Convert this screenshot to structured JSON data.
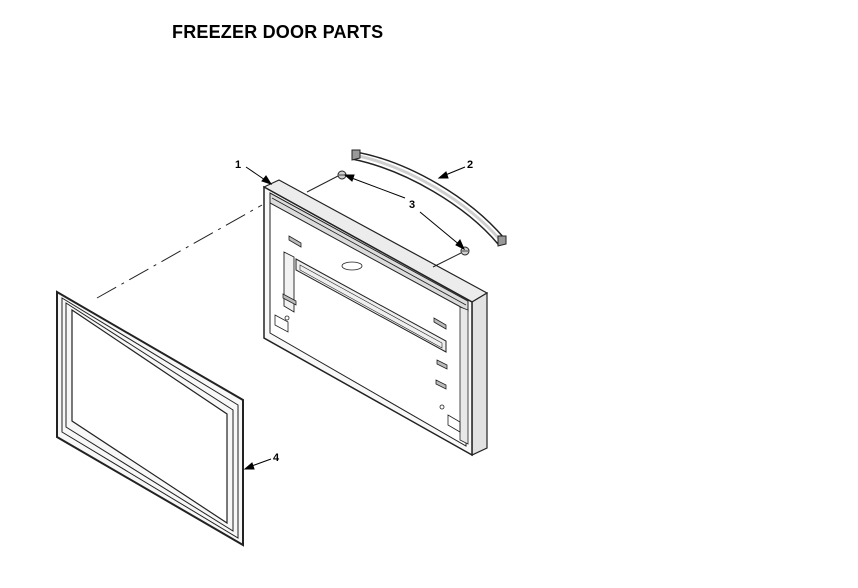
{
  "title": "FREEZER DOOR PARTS",
  "callouts": {
    "door_assembly": "1",
    "trim": "2",
    "screw": "3",
    "gasket": "4"
  }
}
